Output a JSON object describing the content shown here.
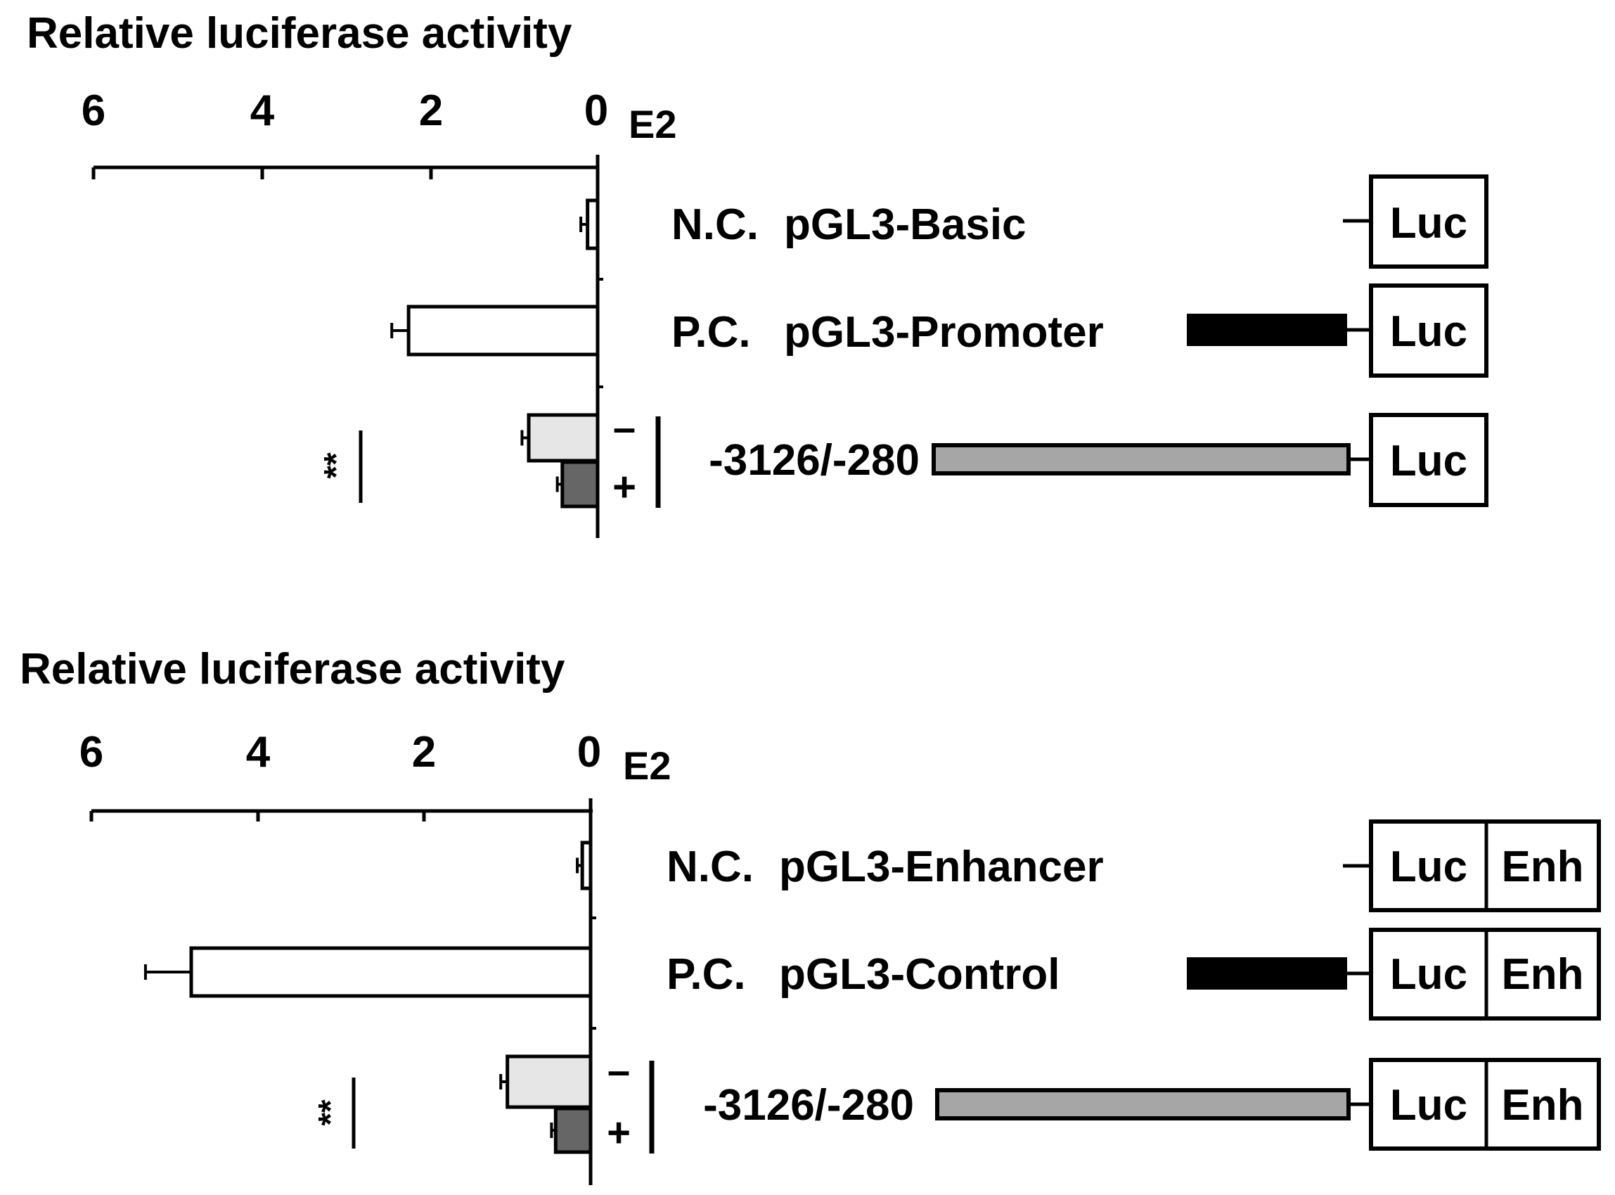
{
  "chart_data": [
    {
      "type": "bar",
      "orientation": "horizontal-reversed",
      "title": "Relative luciferase activity",
      "condition_label": "E2",
      "xlim": [
        0,
        6
      ],
      "ticks": [
        "6",
        "4",
        "2",
        "0"
      ],
      "tick_values": [
        6,
        4,
        2,
        0
      ],
      "bars": [
        {
          "group": "nc",
          "value": 0.12,
          "error": 0.08,
          "fill": "#ffffff"
        },
        {
          "group": "pc",
          "value": 2.25,
          "error": 0.2,
          "fill": "#ffffff"
        },
        {
          "group": "test",
          "sign": "–",
          "value": 0.82,
          "error": 0.08,
          "fill": "#e6e6e6"
        },
        {
          "group": "test",
          "sign": "+",
          "value": 0.42,
          "error": 0.06,
          "fill": "#666666"
        }
      ],
      "constructs": [
        {
          "type": "N.C.",
          "name": "pGL3-Basic",
          "insert": "none",
          "boxes": [
            "Luc"
          ]
        },
        {
          "type": "P.C.",
          "name": "pGL3-Promoter",
          "insert": "black",
          "boxes": [
            "Luc"
          ]
        },
        {
          "type": "",
          "name": "-3126/-280",
          "insert": "gray",
          "boxes": [
            "Luc"
          ]
        }
      ],
      "significance": "**"
    },
    {
      "type": "bar",
      "orientation": "horizontal-reversed",
      "title": "Relative luciferase activity",
      "condition_label": "E2",
      "xlim": [
        0,
        6
      ],
      "ticks": [
        "6",
        "4",
        "2",
        "0"
      ],
      "tick_values": [
        6,
        4,
        2,
        0
      ],
      "bars": [
        {
          "group": "nc",
          "value": 0.1,
          "error": 0.06,
          "fill": "#ffffff"
        },
        {
          "group": "pc",
          "value": 4.8,
          "error": 0.55,
          "fill": "#ffffff"
        },
        {
          "group": "test",
          "sign": "–",
          "value": 1.0,
          "error": 0.08,
          "fill": "#e6e6e6"
        },
        {
          "group": "test",
          "sign": "+",
          "value": 0.42,
          "error": 0.05,
          "fill": "#666666"
        }
      ],
      "constructs": [
        {
          "type": "N.C.",
          "name": "pGL3-Enhancer",
          "insert": "none",
          "boxes": [
            "Luc",
            "Enh"
          ]
        },
        {
          "type": "P.C.",
          "name": "pGL3-Control",
          "insert": "black",
          "boxes": [
            "Luc",
            "Enh"
          ]
        },
        {
          "type": "",
          "name": "-3126/-280",
          "insert": "gray",
          "boxes": [
            "Luc",
            "Enh"
          ]
        }
      ],
      "significance": "**"
    }
  ]
}
